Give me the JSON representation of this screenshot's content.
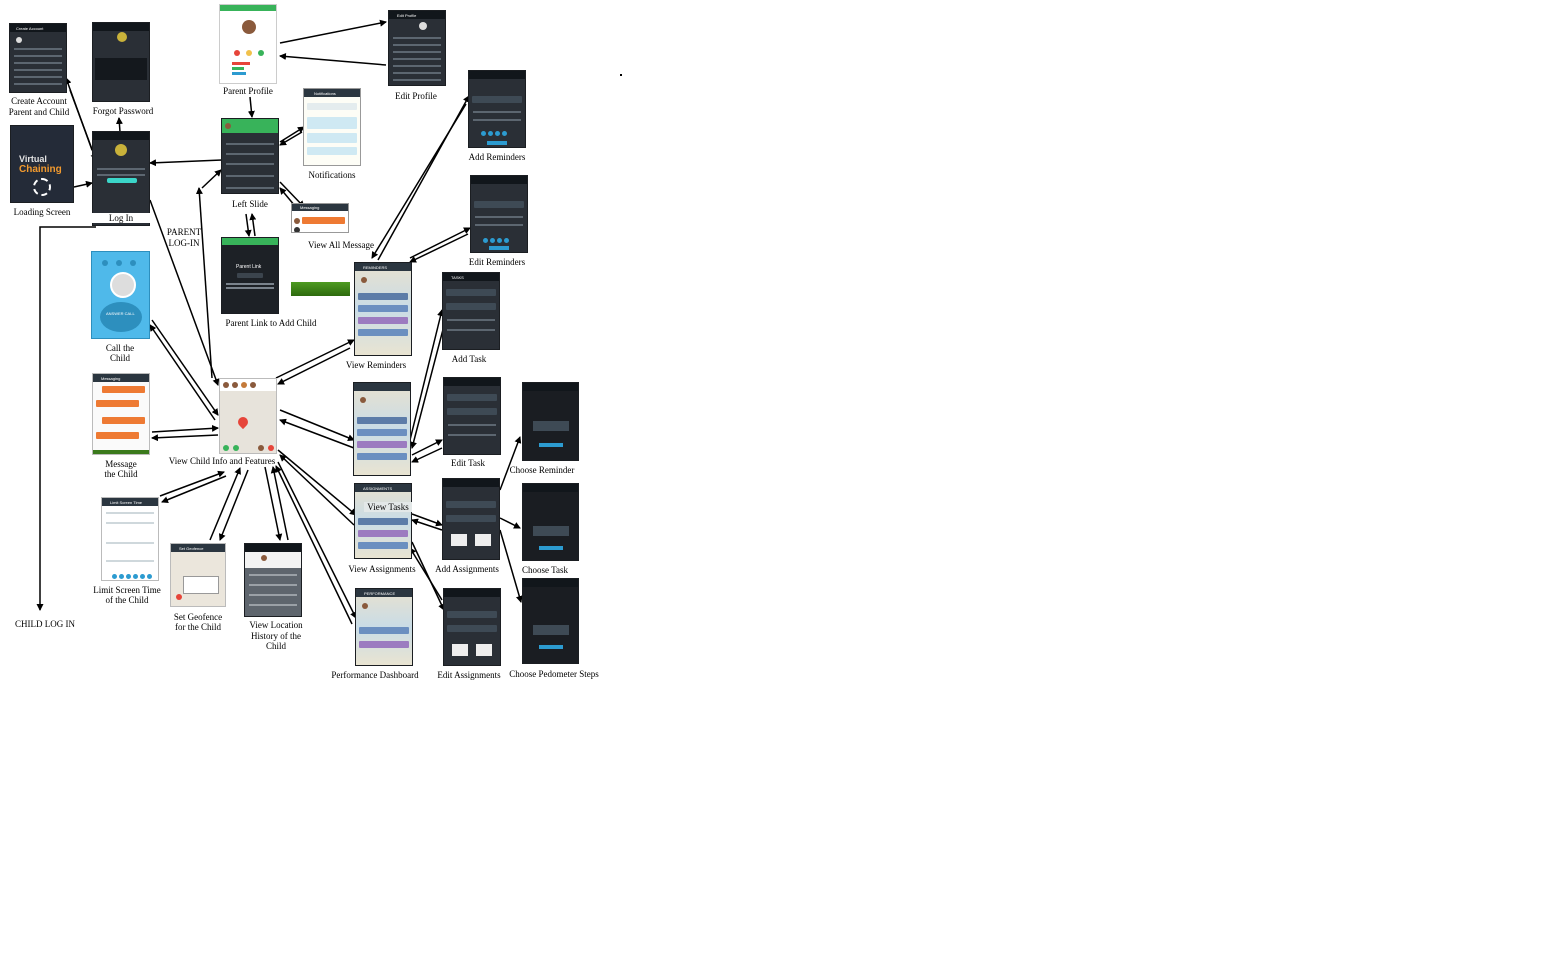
{
  "captions": {
    "create_account": "Create Account",
    "parent_and_child": "Parent and Child",
    "forgot_password": "Forgot Password",
    "loading_screen": "Loading Screen",
    "log_in": "Log In",
    "parent_profile": "Parent Profile",
    "edit_profile": "Edit Profile",
    "notifications": "Notifications",
    "left_slide": "Left Slide",
    "view_all_message": "View All Message",
    "parent_link_to_add_child": "Parent Link to Add Child",
    "add_reminders": "Add Reminders",
    "edit_reminders": "Edit Reminders",
    "add_task": "Add Task",
    "view_reminders": "View Reminders",
    "edit_task": "Edit Task",
    "choose_reminder": "Choose Reminder",
    "view_tasks": "View Tasks",
    "view_assignments": "View Assignments",
    "add_assignments": "Add Assignments",
    "choose_task": "Choose Task",
    "performance_dashboard": "Performance Dashboard",
    "edit_assignments": "Edit Assignments",
    "choose_pedometer_steps": "Choose Pedometer Steps",
    "call_the": "Call the",
    "child": "Child",
    "message": "Message",
    "the_child": "the Child",
    "view_child_info": "View Child Info and Features",
    "limit_screen_time": "Limit Screen Time",
    "of_the_child": "of the Child",
    "set_geofence": "Set Geofence",
    "for_the_child": "for the Child",
    "view_location": "View Location",
    "history_of_the": "History of the",
    "child_lbl": "Child",
    "child_log_in": "CHILD LOG IN",
    "parent": "PARENT",
    "log_in_upper": "LOG-IN"
  },
  "screen_text": {
    "create_account_title": "Create Account",
    "edit_profile_title": "Edit Profile",
    "notifications_title": "Notifications",
    "messaging_title": "Messaging",
    "parent_link_title": "Parent Link",
    "answer_call": "ANSWER CALL",
    "limit_title": "Limit Screen Time",
    "geofence_title": "Set Geofence",
    "reminders_title": "REMINDERS",
    "tasks_title": "TASKS",
    "assignments_title": "ASSIGNMENTS",
    "performance_title": "PERFORMANCE",
    "logo_line1": "Virtual",
    "logo_line2": "Chaining"
  }
}
